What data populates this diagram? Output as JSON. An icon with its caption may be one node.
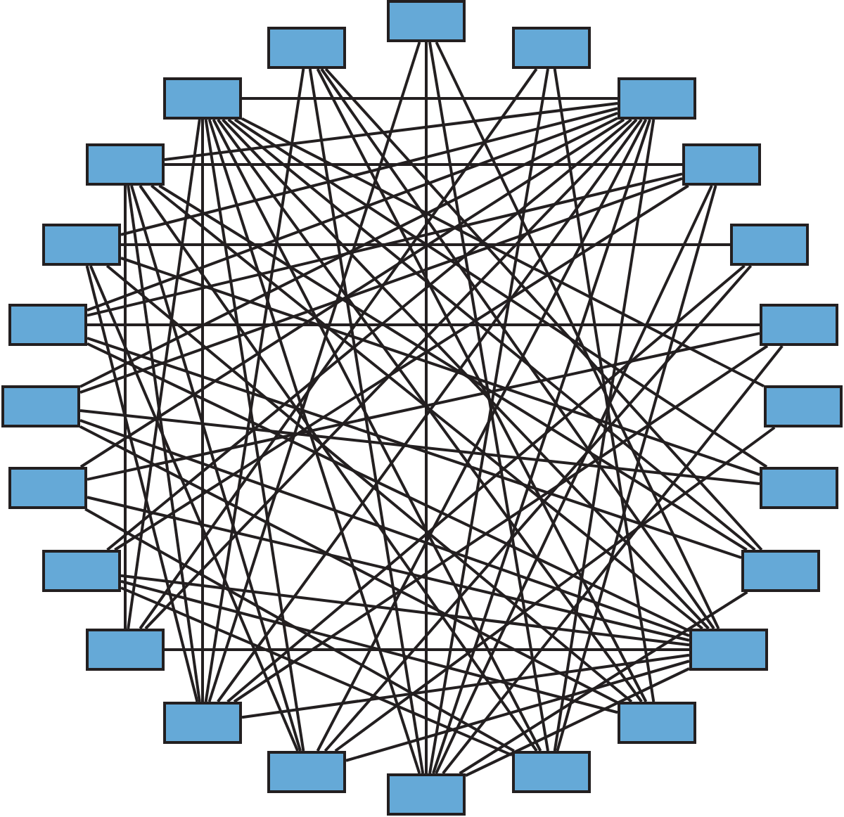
{
  "diagram": {
    "nodes": [
      {
        "text": [],
        "shape": "box"
      },
      {
        "text": [],
        "shape": "box"
      },
      {
        "text": [],
        "shape": "box"
      },
      {
        "text": [],
        "shape": "box"
      },
      {
        "text": [],
        "shape": "box"
      },
      {
        "text": [],
        "shape": "box"
      },
      {
        "text": [],
        "shape": "box"
      },
      {
        "text": [],
        "shape": "box"
      },
      {
        "text": [],
        "shape": "box"
      },
      {
        "text": [],
        "shape": "box"
      },
      {
        "text": [],
        "shape": "box"
      },
      {
        "text": [],
        "shape": "box"
      },
      {
        "text": [],
        "shape": "box"
      },
      {
        "text": [],
        "shape": "box"
      },
      {
        "text": [],
        "shape": "box"
      },
      {
        "text": [],
        "shape": "box"
      },
      {
        "text": [],
        "shape": "box"
      },
      {
        "text": [],
        "shape": "box"
      },
      {
        "text": [],
        "shape": "box"
      },
      {
        "text": [],
        "shape": "box"
      },
      {
        "text": [],
        "shape": "box"
      },
      {
        "text": [],
        "shape": "box"
      },
      {
        "text": [],
        "shape": "box"
      },
      {
        "text": [],
        "shape": "box"
      }
    ],
    "edges": [
      {
        "from": 0,
        "to": 23,
        "arrow": "none"
      },
      {
        "from": 0,
        "to": 22,
        "arrow": "none"
      },
      {
        "from": 0,
        "to": 18,
        "arrow": "none"
      },
      {
        "from": 0,
        "to": 19,
        "arrow": "none"
      },
      {
        "from": 2,
        "to": 23,
        "arrow": "none"
      },
      {
        "from": 2,
        "to": 20,
        "arrow": "none"
      },
      {
        "from": 2,
        "to": 17,
        "arrow": "none"
      },
      {
        "from": 4,
        "to": 3,
        "arrow": "none"
      },
      {
        "from": 4,
        "to": 5,
        "arrow": "none"
      },
      {
        "from": 4,
        "to": 7,
        "arrow": "none"
      },
      {
        "from": 4,
        "to": 9,
        "arrow": "none"
      },
      {
        "from": 4,
        "to": 11,
        "arrow": "none"
      },
      {
        "from": 4,
        "to": 13,
        "arrow": "none"
      },
      {
        "from": 4,
        "to": 15,
        "arrow": "none"
      },
      {
        "from": 4,
        "to": 17,
        "arrow": "none"
      },
      {
        "from": 4,
        "to": 19,
        "arrow": "none"
      },
      {
        "from": 4,
        "to": 21,
        "arrow": "none"
      },
      {
        "from": 4,
        "to": 23,
        "arrow": "none"
      },
      {
        "from": 4,
        "to": 22,
        "arrow": "none"
      },
      {
        "from": 3,
        "to": 17,
        "arrow": "none"
      },
      {
        "from": 3,
        "to": 19,
        "arrow": "none"
      },
      {
        "from": 3,
        "to": 21,
        "arrow": "none"
      },
      {
        "from": 3,
        "to": 23,
        "arrow": "none"
      },
      {
        "from": 3,
        "to": 22,
        "arrow": "none"
      },
      {
        "from": 3,
        "to": 20,
        "arrow": "none"
      },
      {
        "from": 3,
        "to": 18,
        "arrow": "none"
      },
      {
        "from": 3,
        "to": 16,
        "arrow": "none"
      },
      {
        "from": 3,
        "to": 14,
        "arrow": "none"
      },
      {
        "from": 3,
        "to": 12,
        "arrow": "none"
      },
      {
        "from": 1,
        "to": 19,
        "arrow": "none"
      },
      {
        "from": 1,
        "to": 23,
        "arrow": "none"
      },
      {
        "from": 1,
        "to": 20,
        "arrow": "none"
      },
      {
        "from": 1,
        "to": 18,
        "arrow": "none"
      },
      {
        "from": 1,
        "to": 16,
        "arrow": "none"
      },
      {
        "from": 5,
        "to": 6,
        "arrow": "none"
      },
      {
        "from": 5,
        "to": 22,
        "arrow": "none"
      },
      {
        "from": 5,
        "to": 17,
        "arrow": "none"
      },
      {
        "from": 5,
        "to": 19,
        "arrow": "none"
      },
      {
        "from": 5,
        "to": 21,
        "arrow": "none"
      },
      {
        "from": 5,
        "to": 18,
        "arrow": "none"
      },
      {
        "from": 5,
        "to": 16,
        "arrow": "none"
      },
      {
        "from": 7,
        "to": 8,
        "arrow": "none"
      },
      {
        "from": 7,
        "to": 19,
        "arrow": "none"
      },
      {
        "from": 7,
        "to": 21,
        "arrow": "none"
      },
      {
        "from": 7,
        "to": 20,
        "arrow": "none"
      },
      {
        "from": 7,
        "to": 14,
        "arrow": "none"
      },
      {
        "from": 6,
        "to": 9,
        "arrow": "none"
      },
      {
        "from": 6,
        "to": 11,
        "arrow": "none"
      },
      {
        "from": 6,
        "to": 15,
        "arrow": "none"
      },
      {
        "from": 6,
        "to": 22,
        "arrow": "none"
      },
      {
        "from": 6,
        "to": 23,
        "arrow": "none"
      },
      {
        "from": 8,
        "to": 21,
        "arrow": "none"
      },
      {
        "from": 8,
        "to": 19,
        "arrow": "none"
      },
      {
        "from": 10,
        "to": 13,
        "arrow": "none"
      },
      {
        "from": 10,
        "to": 19,
        "arrow": "none"
      },
      {
        "from": 10,
        "to": 23,
        "arrow": "none"
      },
      {
        "from": 9,
        "to": 16,
        "arrow": "none"
      },
      {
        "from": 9,
        "to": 18,
        "arrow": "none"
      },
      {
        "from": 9,
        "to": 10,
        "arrow": "none"
      },
      {
        "from": 11,
        "to": 14,
        "arrow": "none"
      },
      {
        "from": 11,
        "to": 18,
        "arrow": "none"
      },
      {
        "from": 11,
        "to": 20,
        "arrow": "none"
      },
      {
        "from": 12,
        "to": 21,
        "arrow": "none"
      },
      {
        "from": 13,
        "to": 18,
        "arrow": "none"
      },
      {
        "from": 13,
        "to": 22,
        "arrow": "none"
      },
      {
        "from": 15,
        "to": 18,
        "arrow": "none"
      },
      {
        "from": 15,
        "to": 20,
        "arrow": "none"
      },
      {
        "from": 17,
        "to": 18,
        "arrow": "none"
      },
      {
        "from": 19,
        "to": 18,
        "arrow": "none"
      },
      {
        "from": 23,
        "to": 18,
        "arrow": "none"
      },
      {
        "from": 23,
        "to": 16,
        "arrow": "none"
      },
      {
        "from": 21,
        "to": 18,
        "arrow": "none"
      },
      {
        "from": 22,
        "to": 15,
        "arrow": "none"
      }
    ]
  }
}
